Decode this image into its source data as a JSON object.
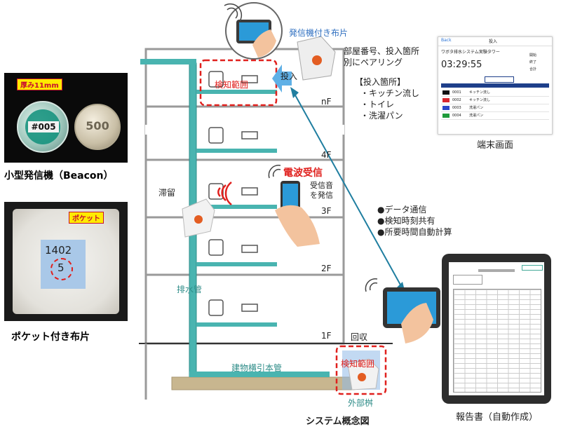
{
  "left": {
    "thickness_tag": "厚み11mm",
    "beacon_id": "#005",
    "coin_value": "500",
    "beacon_caption": "小型発信機（Beacon）",
    "pocket_tag": "ポケット",
    "cloth_writing_top": "1402",
    "cloth_writing_bottom": "5",
    "cloth_caption": "ポケット付き布片"
  },
  "diagram": {
    "cloth_with_transmitter": "発信機付き布片",
    "pairing_line1": "部屋番号、投入箇所",
    "pairing_line2": "別にペアリング",
    "insert_label": "投入",
    "detect_range_top": "検知範囲",
    "detect_range_bottom": "検知範囲",
    "places_title": "【投入箇所】",
    "places": [
      "・キッチン流し",
      "・トイレ",
      "・洗濯パン"
    ],
    "floors": [
      "nF",
      "4F",
      "3F",
      "2F",
      "1F"
    ],
    "radio_receive": "電波受信",
    "receive_sound_line1": "受信音",
    "receive_sound_line2": "を発信",
    "stagnation": "滞留",
    "drain_pipe": "排水管",
    "building_pipe": "建物横引本管",
    "recovery": "回収",
    "outer_basin": "外部桝",
    "comm_items": [
      "●データ通信",
      "●検知時刻共有",
      "●所要時間自動計算"
    ],
    "system_caption": "システム概念図"
  },
  "terminal": {
    "caption": "端末画面",
    "back": "Back",
    "header_title": "投入",
    "app_title": "ワボタ排水システム実験タワー",
    "time": "03:29:55",
    "side_labels": [
      "開始",
      "終了",
      "合計"
    ],
    "rows": [
      {
        "color": "#111111",
        "no": "0001",
        "place": "キッチン流し"
      },
      {
        "color": "#d8262e",
        "no": "0002",
        "place": "キッチン流し"
      },
      {
        "color": "#2c47c8",
        "no": "0003",
        "place": "洗濯パン"
      },
      {
        "color": "#1e9a3a",
        "no": "0004",
        "place": "洗濯パン"
      }
    ]
  },
  "report": {
    "caption": "報告書（自動作成）"
  }
}
